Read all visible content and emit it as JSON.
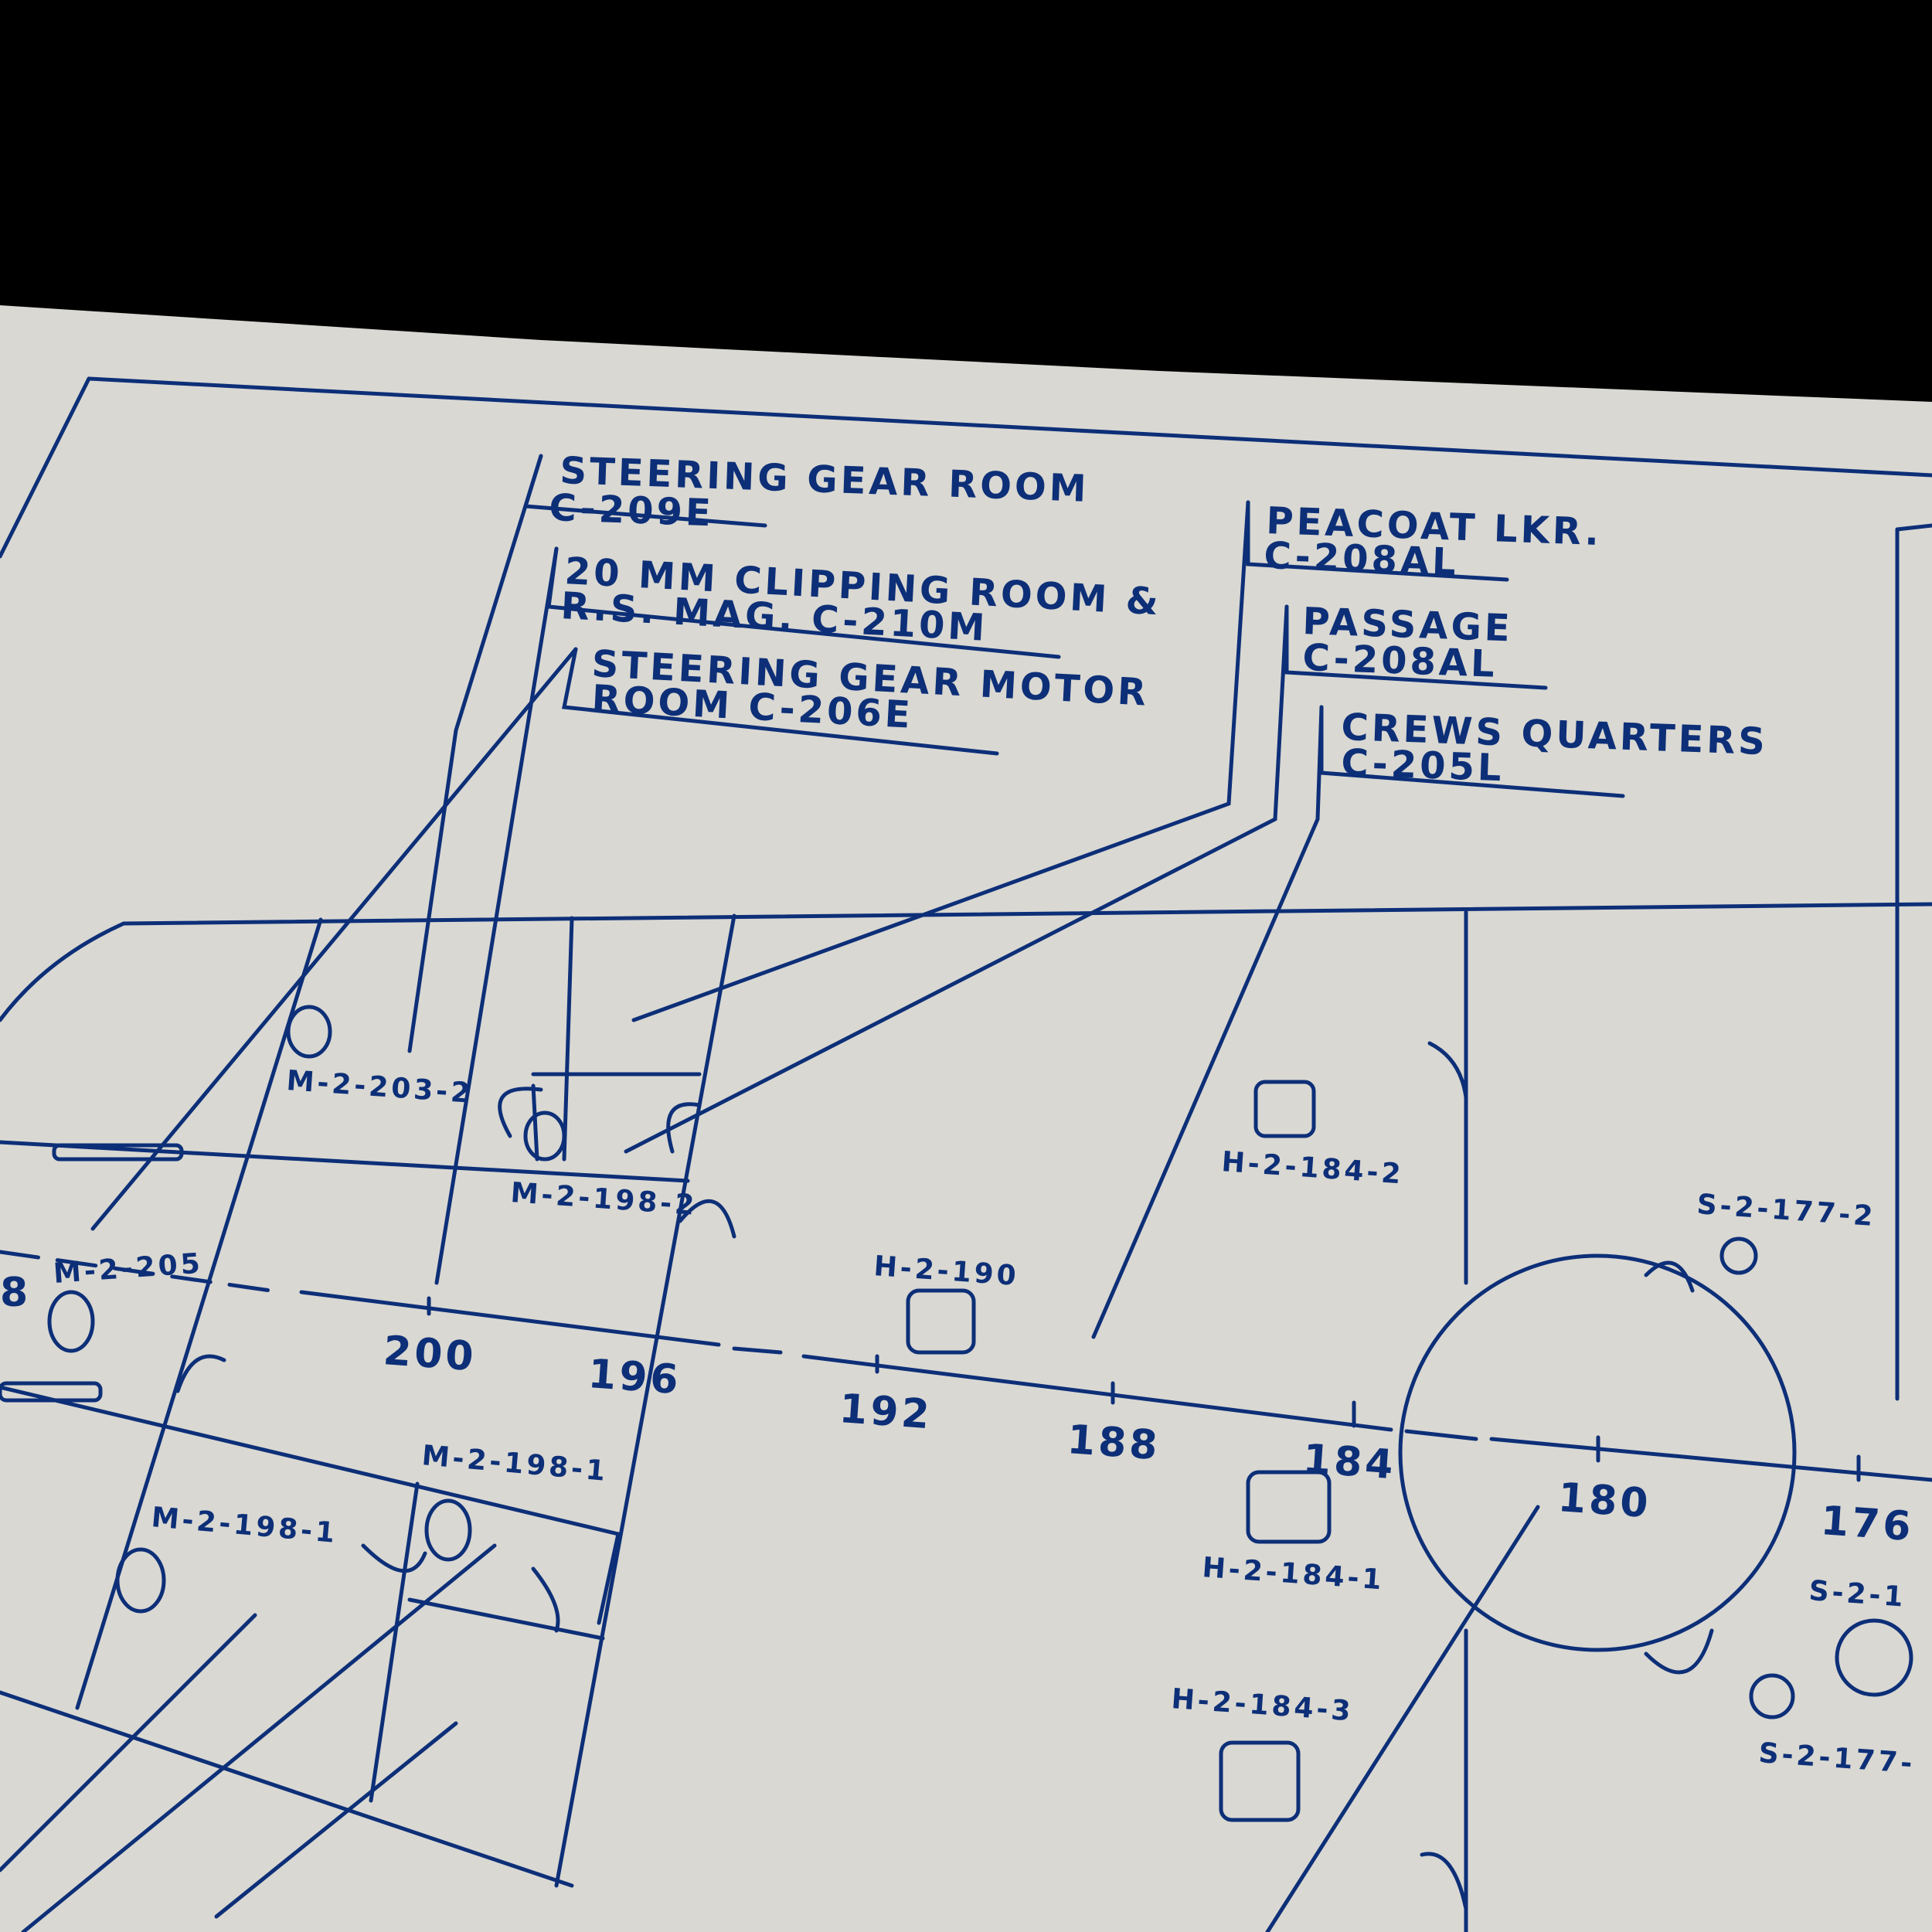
{
  "colors": {
    "ink": "#0d2f78",
    "paper": "#d9d8d2",
    "background": "#000000"
  },
  "room_labels": [
    {
      "name": "STEERING GEAR ROOM",
      "code": "C-209E"
    },
    {
      "name": "20 MM CLIPPING ROOM &",
      "code": "R.S. MAG. C-210M"
    },
    {
      "name": "STEERING GEAR MOTOR",
      "code": "ROOM C-206E"
    },
    {
      "name": "PEACOAT LKR.",
      "code": "C-208AL"
    },
    {
      "name": "PASSAGE",
      "code": "C-208AL"
    },
    {
      "name": "CREWS QUARTERS",
      "code": "C-205L"
    }
  ],
  "frame_numbers": [
    "8",
    "200",
    "196",
    "192",
    "188",
    "184",
    "180",
    "176"
  ],
  "fixture_labels": [
    "M-2-203-2",
    "M-2-198-2",
    "M-2-205",
    "H-2-190",
    "H-2-184-2",
    "S-2-177-2",
    "M-2-198-1",
    "M-2-198-1",
    "H-2-184-1",
    "H-2-184-3",
    "S-2-1",
    "S-2-177-"
  ]
}
